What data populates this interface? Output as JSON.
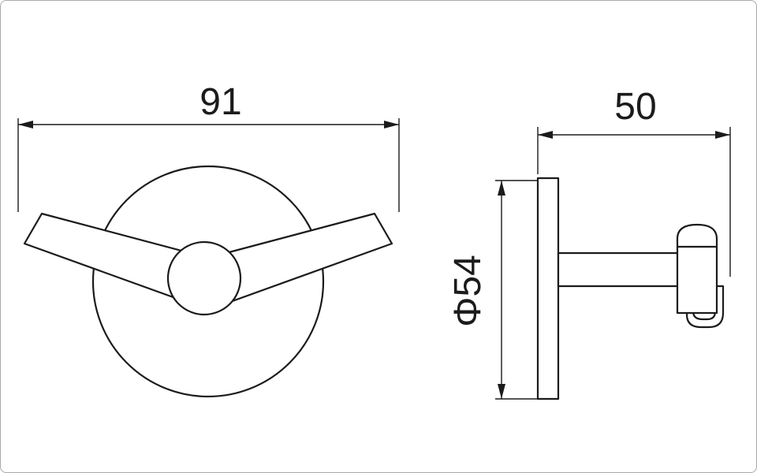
{
  "document": {
    "type": "technical-drawing",
    "subject": "double robe hook, front and side elevation views",
    "background_color": "#ffffff",
    "border_color": "#aaaaaa",
    "line_color": "#1b1b1b"
  },
  "views": {
    "front": {
      "name": "front view",
      "features": [
        "round wall plate",
        "center boss circle",
        "two angled hook arms"
      ]
    },
    "side": {
      "name": "side view",
      "features": [
        "wall flange plate",
        "horizontal stem",
        "upturned hook peg",
        "lower hook stub"
      ]
    }
  },
  "dimensions": {
    "front_width": {
      "label": "91",
      "value": 91
    },
    "side_depth": {
      "label": "50",
      "value": 50
    },
    "plate_diameter": {
      "label": "Φ54",
      "value": 54
    }
  }
}
